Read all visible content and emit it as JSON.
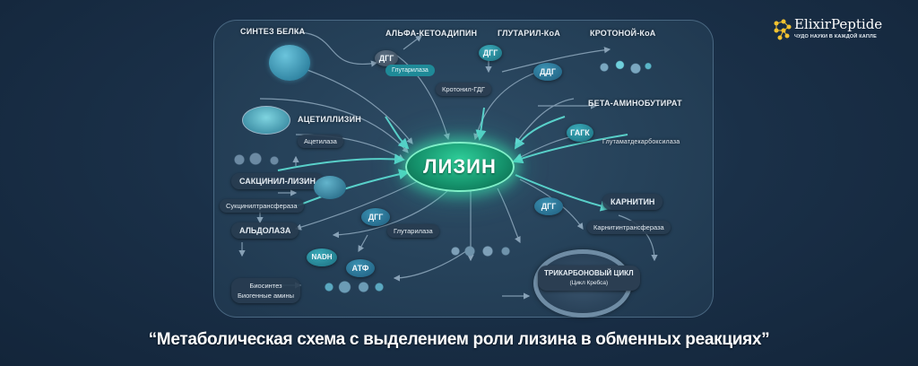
{
  "logo": {
    "name": "ElixirPeptide",
    "tagline": "ЧУДО НАУКИ В КАЖДОЙ КАПЛЕ",
    "accent_color": "#f2c230"
  },
  "diagram": {
    "center": "ЛИЗИН",
    "center_color": "#14906a",
    "top_labels": {
      "protein_synthesis": "СИНТЕЗ БЕЛКА",
      "alpha_ketoadipin": "АЛЬФА-КЕТОАДИПИН",
      "glutaryl_coa": "ГЛУТАРИЛ-КоА",
      "crotonoyl_coa": "КРОТОНОЙ-КоА"
    },
    "nodes": {
      "dgg_top_left": "ДГГ",
      "glutarylase_top": "Глутарилаза",
      "dgg_top_mid": "ДГГ",
      "ddg": "ДДГ",
      "crotonyl_gdg": "Кротонил-ГДГ",
      "beta_aminobutyrate": "БЕТА-АМИНОБУТИРАТ",
      "gagk": "ГАГК",
      "glutamate_decarboxylase": "Глутаматдекарбоксилаза",
      "acetyllysine": "АЦЕТИЛЛИЗИН",
      "acetylase": "Ацетилаза",
      "succinyl_lysine": "САКЦИНИЛ-ЛИЗИН",
      "succinyltransferase": "Сукцинилтрансфераза",
      "aldolase": "АЛЬДОЛАЗА",
      "dgg_bottom_mid": "ДГГ",
      "glutarylase_bottom": "Глутарилаза",
      "nadh": "NADH",
      "atp": "АТФ",
      "biosynthesis_1": "Биосинтез",
      "biosynthesis_2": "Биогенные амины",
      "dgg_right": "ДГГ",
      "carnitine": "КАРНИТИН",
      "carnitine_transferase": "Карнитинтрансфераза",
      "tca_cycle": "ТРИКАРБОНОВЫЙ ЦИКЛ",
      "krebs_cycle": "(Цикл Кребса)"
    }
  },
  "caption": "“Метаболическая схема с выделением роли лизина в обменных реакциях”"
}
